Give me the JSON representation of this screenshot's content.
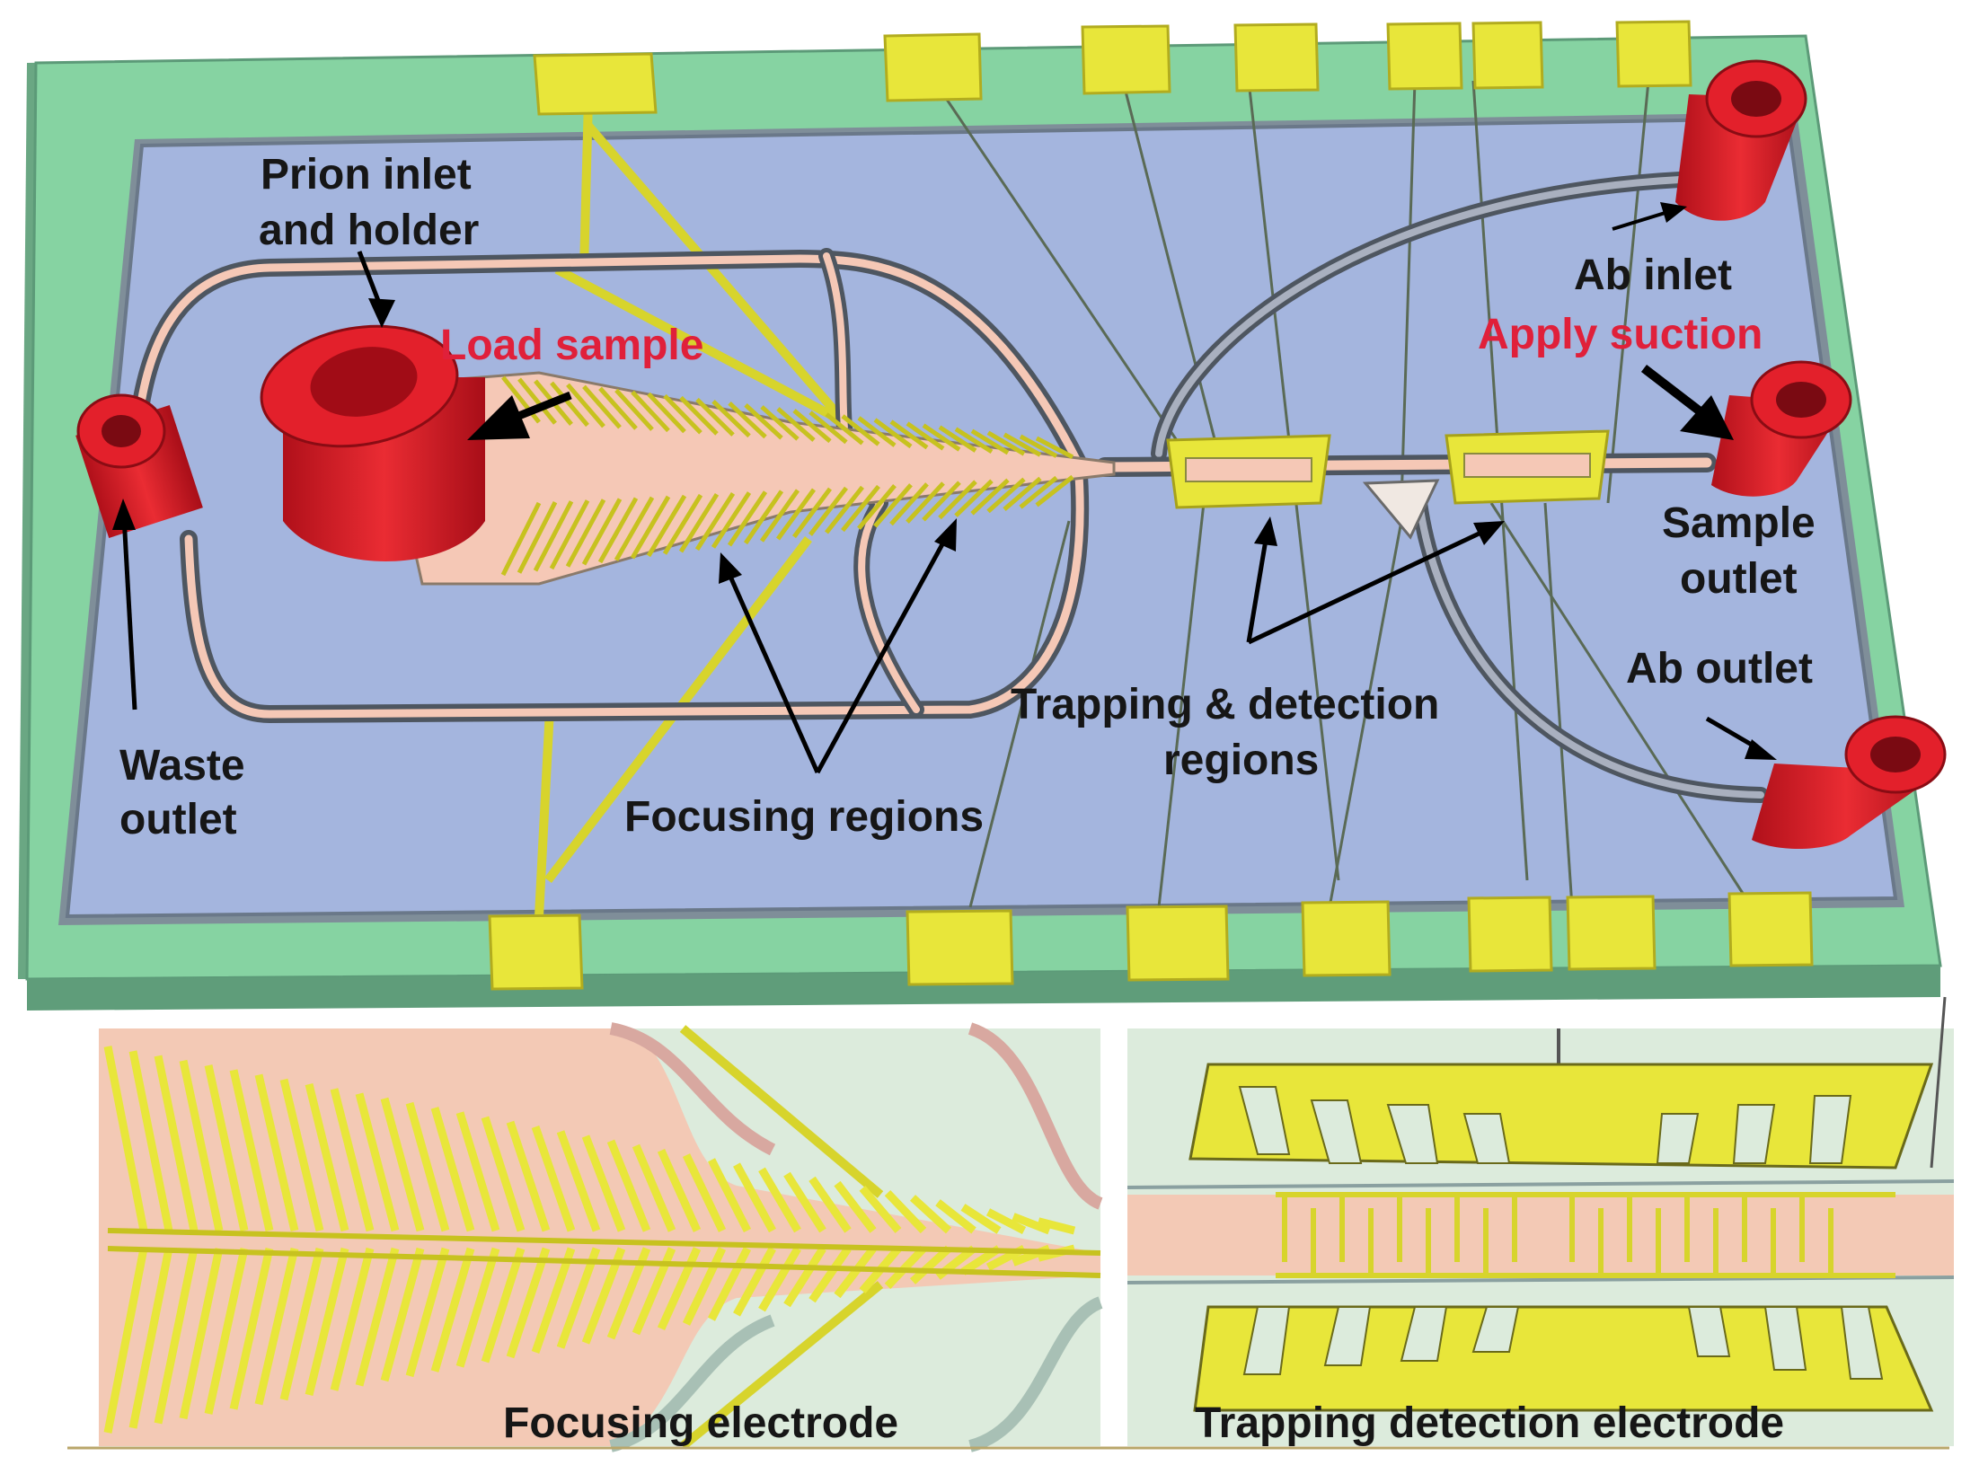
{
  "labels": {
    "prion_inlet_line1": "Prion inlet",
    "prion_inlet_line2": "and holder",
    "load_sample": "Load sample",
    "waste_line1": "Waste",
    "waste_line2": "outlet",
    "focusing_regions": "Focusing regions",
    "trapping_line1": "Trapping & detection",
    "trapping_line2": "regions",
    "ab_inlet": "Ab inlet",
    "apply_suction": "Apply suction",
    "sample_outlet_line1": "Sample",
    "sample_outlet_line2": "outlet",
    "ab_outlet": "Ab outlet"
  },
  "insets": {
    "focusing_caption": "Focusing electrode",
    "trapping_caption": "Trapping detection electrode"
  },
  "colors": {
    "chip_green": "#86d3a2",
    "channel_blue": "#a4b5de",
    "electrode_yellow": "#e8e63a",
    "port_red": "#e3202b",
    "highlight_red": "#e0203a",
    "channel_pink": "#f5c8b6"
  }
}
